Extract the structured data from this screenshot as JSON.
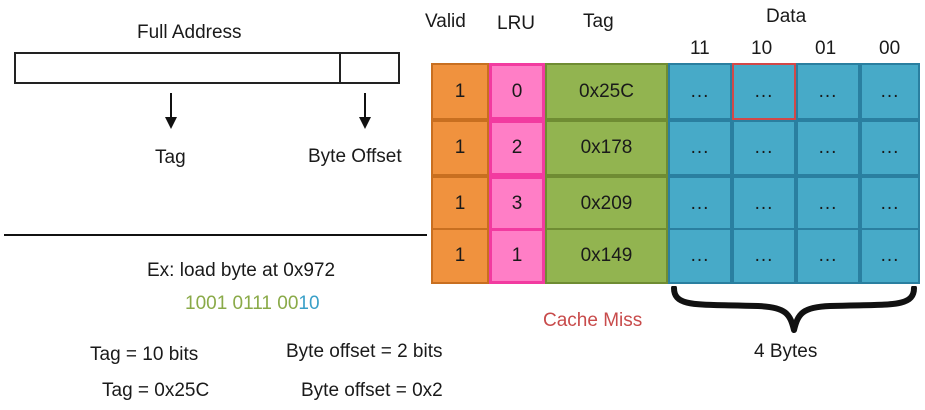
{
  "address": {
    "title": "Full Address",
    "tag_label": "Tag",
    "offset_label": "Byte Offset"
  },
  "example": {
    "caption": "Ex: load byte at 0x972",
    "binary_green": "1001 0111 00",
    "binary_blue": "10",
    "tag_bits": "Tag = 10 bits",
    "offset_bits": "Byte offset = 2 bits",
    "tag_value": "Tag = 0x25C",
    "offset_value": "Byte offset = 0x2"
  },
  "cache": {
    "headers": {
      "valid": "Valid",
      "lru": "LRU",
      "tag": "Tag",
      "data": "Data"
    },
    "byte_columns": [
      "11",
      "10",
      "01",
      "00"
    ],
    "rows": [
      {
        "valid": "1",
        "lru": "0",
        "tag": "0x25C",
        "data": [
          "...",
          "...",
          "...",
          "..."
        ]
      },
      {
        "valid": "1",
        "lru": "2",
        "tag": "0x178",
        "data": [
          "...",
          "...",
          "...",
          "..."
        ]
      },
      {
        "valid": "1",
        "lru": "3",
        "tag": "0x209",
        "data": [
          "...",
          "...",
          "...",
          "..."
        ]
      },
      {
        "valid": "1",
        "lru": "1",
        "tag": "0x149",
        "data": [
          "...",
          "...",
          "...",
          "..."
        ]
      }
    ],
    "miss_label": "Cache Miss",
    "size_label": "4 Bytes"
  },
  "colors": {
    "valid": "#f0923e",
    "lru": "#ff7ec6",
    "tag": "#92b450",
    "data": "#47aac8",
    "highlight": "#d24848"
  }
}
